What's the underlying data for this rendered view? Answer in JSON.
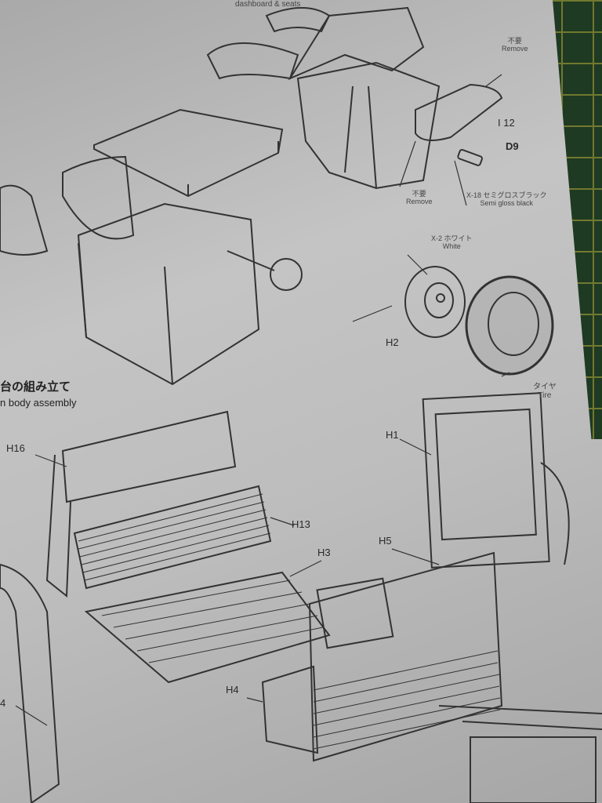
{
  "header_fragment": "dashboard & seats",
  "section": {
    "title_jp": "台の組み立て",
    "title_en": "n body assembly"
  },
  "labels": {
    "remove_top_jp": "不要",
    "remove_top_en": "Remove",
    "i12": "I 12",
    "d9": "D9",
    "remove_bottom_jp": "不要",
    "remove_bottom_en": "Remove",
    "x18_jp": "X-18 セミグロスブラック",
    "x18_en": "Semi gloss black",
    "x2_jp": "X-2 ホワイト",
    "x2_en": "White",
    "h2": "H2",
    "tire_jp": "タイヤ",
    "tire_en": "Tire",
    "h16": "H16",
    "h1": "H1",
    "h13": "H13",
    "h3": "H3",
    "h5": "H5",
    "h4": "H4",
    "h4_partial": "4"
  }
}
